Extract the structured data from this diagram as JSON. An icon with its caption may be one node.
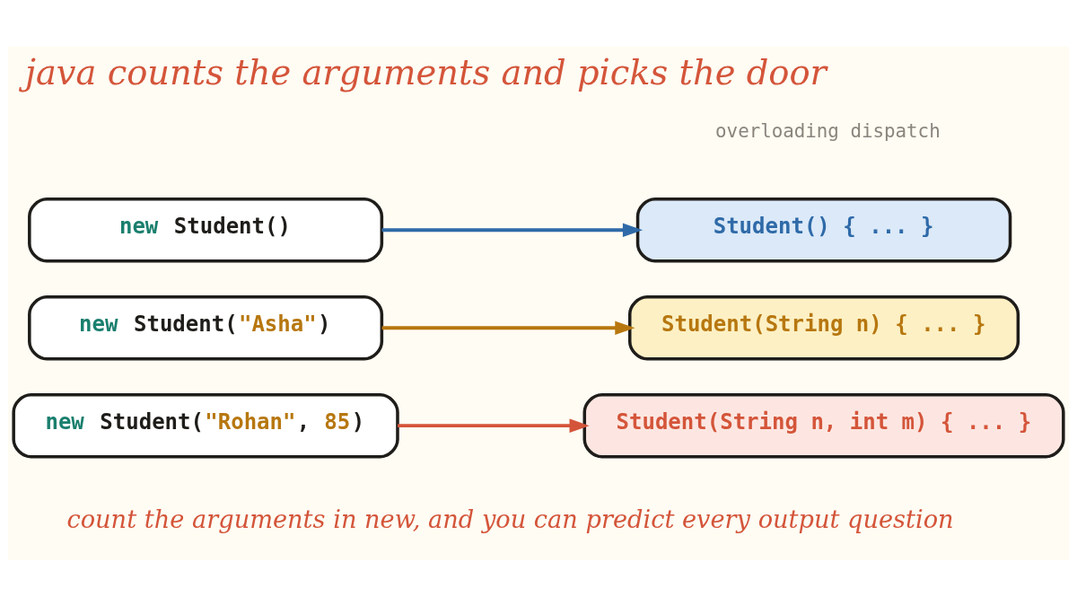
{
  "diagram": {
    "title": "java counts the arguments and picks the door",
    "caption": "count the arguments in new, and you can predict every output question",
    "nodes": [
      {
        "text": [
          "new Student()"
        ]
      },
      {
        "text": [
          "Student() { ... }"
        ]
      },
      {
        "text": [
          "new Student(\"Asha\")"
        ]
      },
      {
        "text": [
          "Student(String n) { ... }"
        ]
      },
      {
        "text": [
          "new Student(\"Rohan\", 85)"
        ]
      },
      {
        "text": [
          "Student(String n, int m) { ... }"
        ]
      }
    ],
    "edges": [
      {
        "from": 0,
        "to": 1,
        "arrow": "to",
        "color": "#2f6aa8"
      },
      {
        "from": 2,
        "to": 3,
        "arrow": "to",
        "color": "#b7770f"
      },
      {
        "from": 4,
        "to": 5,
        "arrow": "to",
        "color": "#d4553a"
      }
    ],
    "labels": [
      "overloading dispatch"
    ]
  }
}
